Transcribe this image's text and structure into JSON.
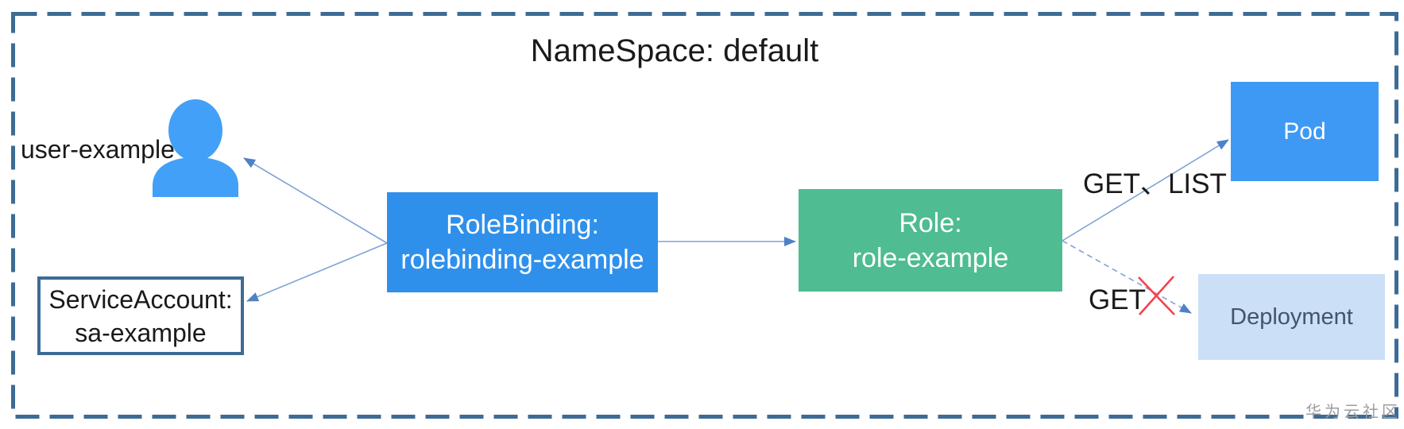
{
  "title": "NameSpace: default",
  "nodes": {
    "user": {
      "label": "user-example"
    },
    "service_account": {
      "line1": "ServiceAccount:",
      "line2": "sa-example"
    },
    "role_binding": {
      "line1": "RoleBinding:",
      "line2": "rolebinding-example"
    },
    "role": {
      "line1": "Role:",
      "line2": "role-example"
    },
    "pod": {
      "label": "Pod"
    },
    "deployment": {
      "label": "Deployment"
    }
  },
  "edges": {
    "allowed_label": "GET、LIST",
    "denied_label": "GET"
  },
  "watermark": "华为云社区",
  "colors": {
    "rolebinding_blue": "#2F90EC",
    "pod_blue": "#3E99F4",
    "role_green": "#4FBC92",
    "deployment_fill": "#CBDFF6",
    "deployment_text": "#44546A",
    "person_blue": "#42A0F8",
    "border_blue": "#3D6B96",
    "line_blue": "#7FA4D6",
    "arrowhead_blue": "#4E82C6",
    "denied_red": "#F5424E",
    "watermark_gray": "#9C9C9C",
    "text_black": "#1A1A1A"
  }
}
